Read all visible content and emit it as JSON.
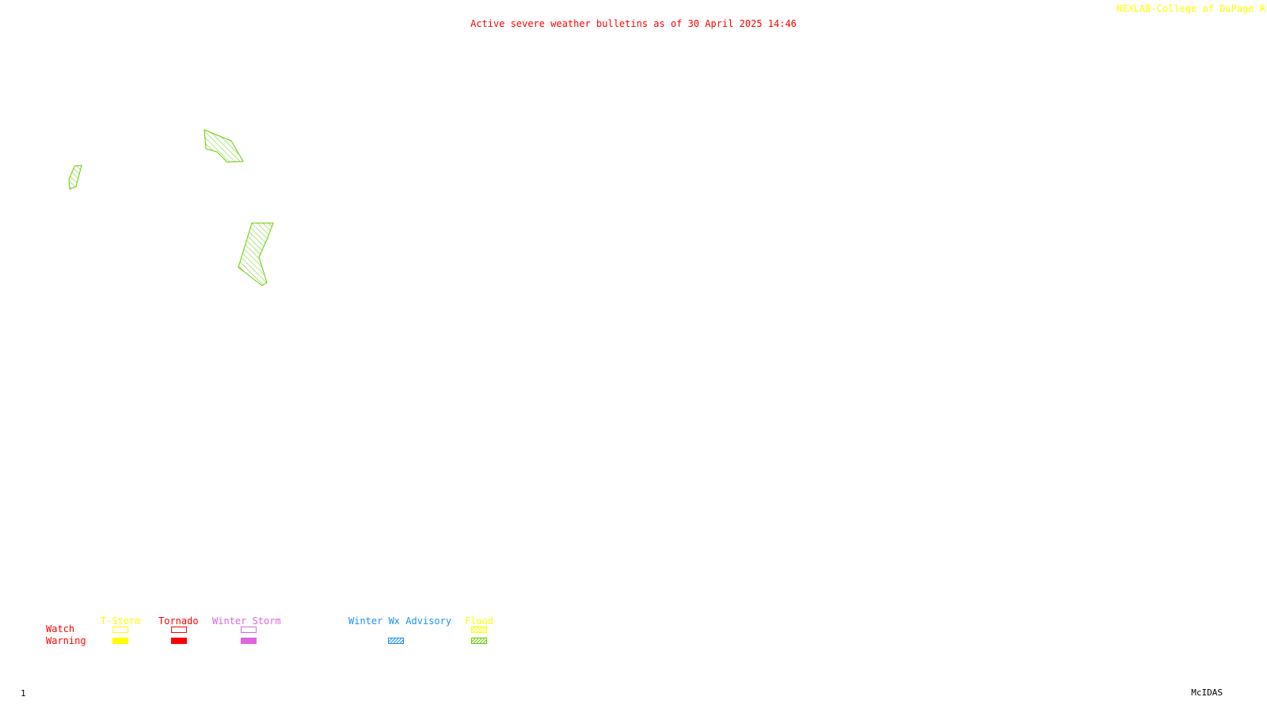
{
  "header": {
    "credit": "NEXLAB-College of DuPage R",
    "title": "Active severe weather bulletins as of 30 April 2025 14:46"
  },
  "footer": {
    "frame_number": "1",
    "software": "McIDAS"
  },
  "colors": {
    "tstorm": "#ffff00",
    "tornado": "#ff0000",
    "winter_storm": "#dd66dd",
    "winter_advisory": "#1e90ff",
    "flood_label": "#ffff00",
    "flood_hatch": "#66cc00",
    "row_label": "#ff0000"
  },
  "map": {
    "active_warnings": [
      {
        "type": "Flood Warning",
        "icon": "hatched-polygon"
      },
      {
        "type": "Flood Warning",
        "icon": "hatched-polygon"
      },
      {
        "type": "Flood Warning",
        "icon": "hatched-polygon"
      }
    ]
  },
  "legend": {
    "rows": {
      "watch": "Watch",
      "warning": "Warning"
    },
    "categories": [
      {
        "label": "T-Storm",
        "key": "tstorm",
        "watch": "outline",
        "warning": "filled"
      },
      {
        "label": "Tornado",
        "key": "tornado",
        "watch": "outline",
        "warning": "filled"
      },
      {
        "label": "Winter Storm",
        "key": "winter_storm",
        "watch": "outline",
        "warning": "filled"
      },
      {
        "label": "Winter Wx Advisory",
        "key": "winter_advisory",
        "watch": null,
        "warning": "hatched"
      },
      {
        "label": "Flood",
        "key": "flood",
        "watch": "hatched",
        "warning": "hatched"
      }
    ]
  }
}
